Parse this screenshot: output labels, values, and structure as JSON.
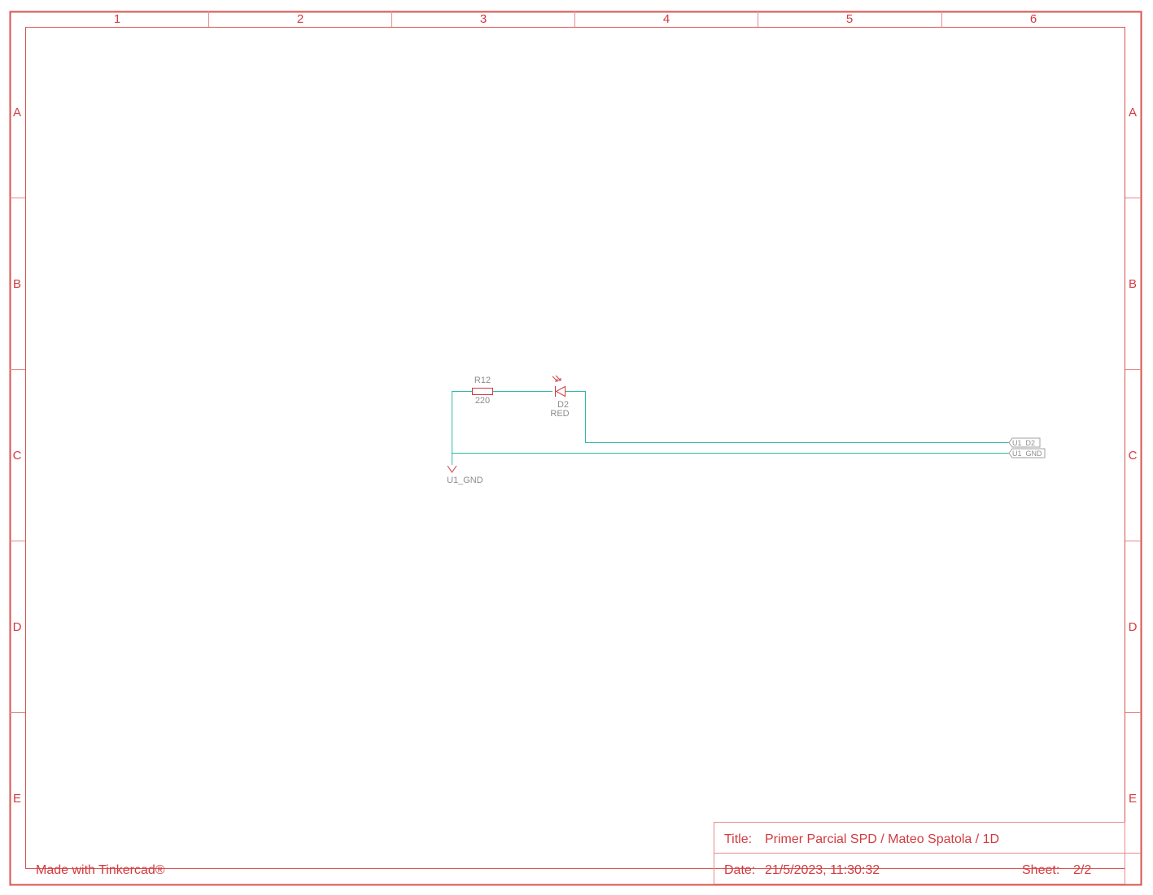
{
  "grid": {
    "columns": [
      "1",
      "2",
      "3",
      "4",
      "5",
      "6"
    ],
    "rows": [
      "A",
      "B",
      "C",
      "D",
      "E"
    ]
  },
  "colors": {
    "frame": "#d33a3f",
    "wire": "#2ebaa5",
    "component_text": "#8c8c8c"
  },
  "components": {
    "resistor": {
      "ref": "R12",
      "value": "220"
    },
    "led": {
      "ref": "D2",
      "value": "RED"
    },
    "ground": {
      "label": "U1_GND"
    }
  },
  "ports": [
    {
      "label": "U1_D2"
    },
    {
      "label": "U1_GND"
    }
  ],
  "title_block": {
    "title_label": "Title:",
    "title_value": "Primer Parcial SPD / Mateo Spatola / 1D",
    "date_label": "Date:",
    "date_value": "21/5/2023, 11:30:32",
    "sheet_label": "Sheet:",
    "sheet_value": "2/2"
  },
  "footer": {
    "made_with": "Made with Tinkercad®"
  }
}
